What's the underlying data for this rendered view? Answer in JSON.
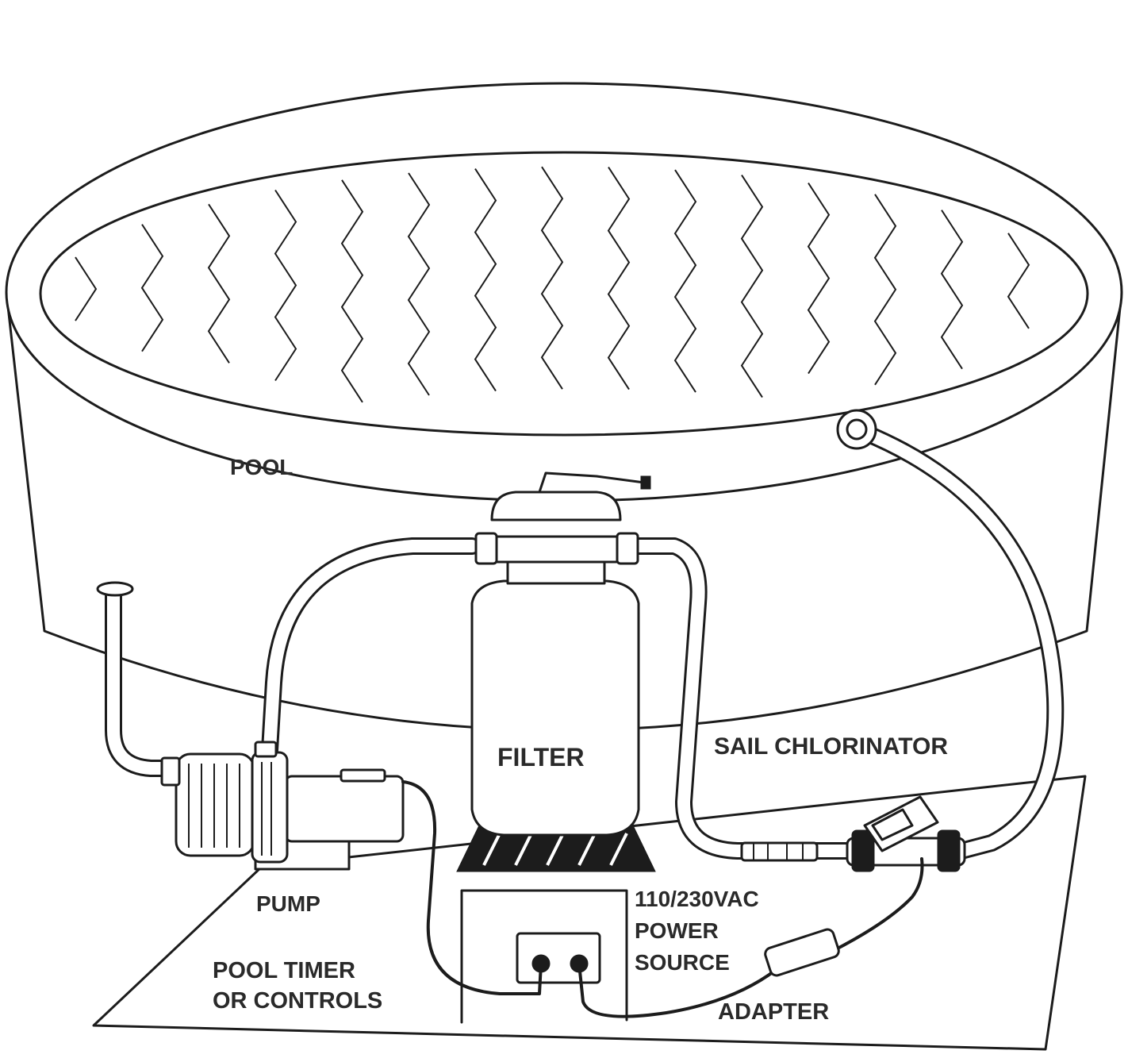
{
  "labels": {
    "pool": "POOL",
    "filter": "FILTER",
    "sail_chlorinator": "SAIL CHLORINATOR",
    "pump": "PUMP",
    "power_source_line1": "110/230VAC",
    "power_source_line2": "POWER",
    "power_source_line3": "SOURCE",
    "pool_timer_line1": "POOL TIMER",
    "pool_timer_line2": "OR CONTROLS",
    "adapter": "ADAPTER"
  }
}
